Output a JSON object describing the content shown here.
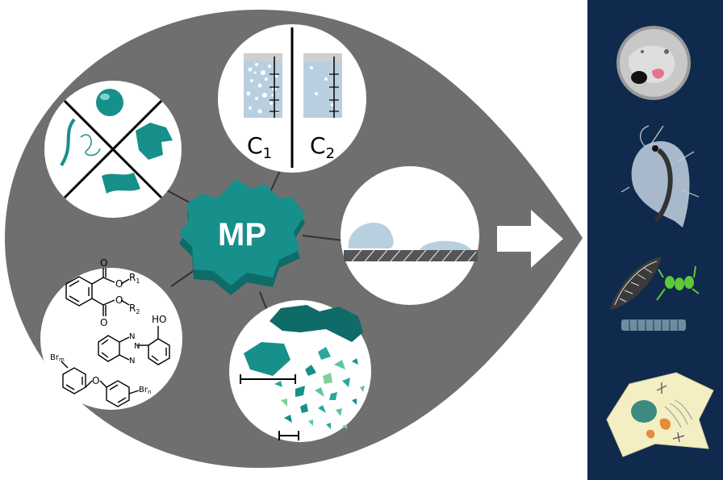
{
  "center": {
    "label": "MP"
  },
  "concentration": {
    "c1_main": "C",
    "c1_sub": "1",
    "c2_main": "C",
    "c2_sub": "2"
  },
  "chemicals": {
    "ho": "HO",
    "r1": "R",
    "r1_sub": "1",
    "r2": "R",
    "r2_sub": "2",
    "n1": "N",
    "n2": "N",
    "n3": "N",
    "o1": "O",
    "o2": "O",
    "o3": "O",
    "o4": "O",
    "o5": "O",
    "brm": "Br",
    "brm_sub": "m",
    "brn": "Br",
    "brn_sub": "n"
  },
  "colors": {
    "drop": "#6f6f6f",
    "teal": "#178f8a",
    "teal_dark": "#0f6b67",
    "panel": "#0f2a4d",
    "water": "#b8cfe0"
  }
}
